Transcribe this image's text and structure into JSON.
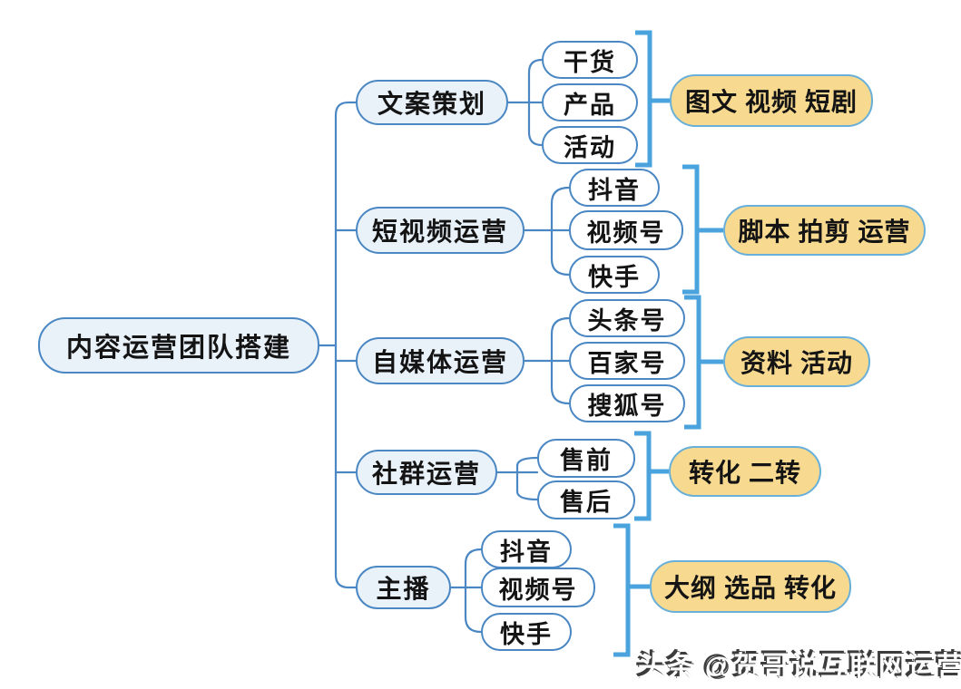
{
  "diagram": {
    "title": "内容运营团队搭建",
    "root": {
      "label": "内容运营团队搭建"
    },
    "branches": [
      {
        "label": "文案策划",
        "children": [
          "干货",
          "产品",
          "活动"
        ],
        "note": "图文 视频 短剧"
      },
      {
        "label": "短视频运营",
        "children": [
          "抖音",
          "视频号",
          "快手"
        ],
        "note": "脚本 拍剪 运营"
      },
      {
        "label": "自媒体运营",
        "children": [
          "头条号",
          "百家号",
          "搜狐号"
        ],
        "note": "资料 活动"
      },
      {
        "label": "社群运营",
        "children": [
          "售前",
          "售后"
        ],
        "note": "转化 二转"
      },
      {
        "label": "主播",
        "children": [
          "抖音",
          "视频号",
          "快手"
        ],
        "note": "大纲 选品 转化"
      }
    ],
    "colors": {
      "node_border_blue": "#4a87c3",
      "node_fill_blue": "#e9f1f9",
      "child_fill": "#ffffff",
      "note_fill": "#f7d98f",
      "note_border": "#68b0da",
      "bracket_blue": "#4aa3dc",
      "text": "#141414"
    }
  },
  "watermark": {
    "text": "头条 @贺哥说互联网运营"
  }
}
